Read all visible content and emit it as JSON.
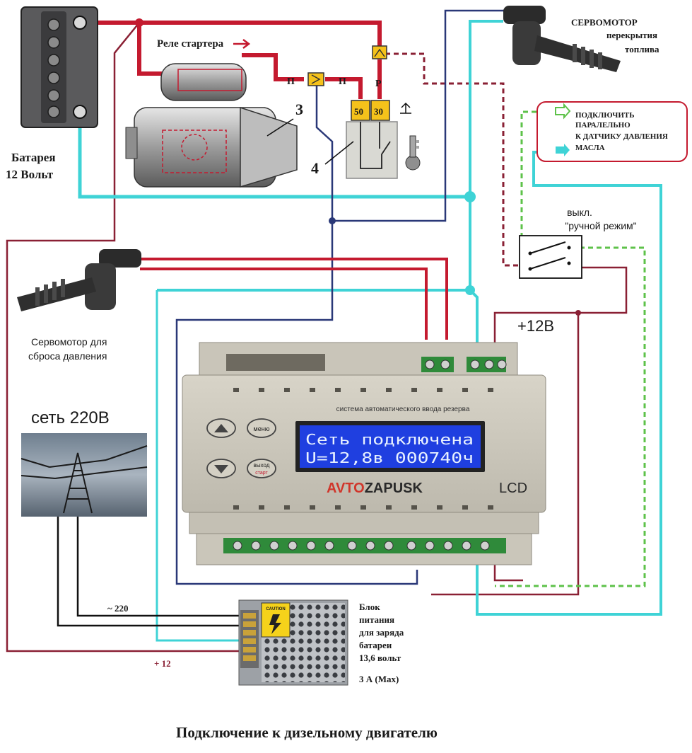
{
  "labels": {
    "battery_line1": "Батарея",
    "battery_line2": "12 Вольт",
    "starter_relay": "Реле стартера",
    "num_3": "3",
    "num_4": "4",
    "pin_p1": "П",
    "pin_p2": "П",
    "pin_r": "Р",
    "pin_50": "50",
    "pin_30": "30",
    "servo_fuel_line1": "СЕРВОМОТОР",
    "servo_fuel_line2": "перекрытия",
    "servo_fuel_line3": "топлива",
    "oil_line1": "ПОДКЛЮЧИТЬ",
    "oil_line2": "ПАРАЛЕЛЬНО",
    "oil_line3": "К ДАТЧИКУ ДАВЛЕНИЯ",
    "oil_line4": "МАСЛА",
    "switch_line1": "выкл.",
    "switch_line2": "\"ручной режим\"",
    "plus12v": "+12В",
    "servo_pressure_line1": "Сервомотор для",
    "servo_pressure_line2": "сброса давления",
    "mains": "сеть 220В",
    "ac220": "~ 220",
    "plus12": "+ 12",
    "psu_line1": "Блок",
    "psu_line2": "питания",
    "psu_line3": "для заряда",
    "psu_line4": "батареи",
    "psu_line5": "13,6 вольт",
    "psu_line6": "3 А (Max)",
    "caption": "Подключение к дизельному двигателю"
  },
  "controller": {
    "subtitle": "система автоматического ввода резерва",
    "menu_button": "меню",
    "exit_button_line1": "выход",
    "exit_button_line2": "старт",
    "lcd_line1": "Сеть  подключена",
    "lcd_line2": "U=12,8в  000740ч",
    "brand_avto": "AVTO",
    "brand_zapusk": "ZAPUSK",
    "brand_lcd": "LCD"
  },
  "psu": {
    "caution": "CAUTION"
  },
  "colors": {
    "wire_red": "#c41a2f",
    "wire_cyan": "#3fd3d6",
    "wire_navy": "#2a3878",
    "wire_black": "#111111",
    "wire_green_dashed": "#5ec24a",
    "wire_darkred": "#8a2034",
    "lcd_bg": "#1f3fe0",
    "device_body": "#cfcbbe"
  },
  "icons": [
    "battery-icon",
    "starter-motor-icon",
    "fuse-icon",
    "relay-icon",
    "key-icon",
    "servo-motor-icon",
    "switch-icon",
    "power-line-icon",
    "power-supply-icon"
  ]
}
